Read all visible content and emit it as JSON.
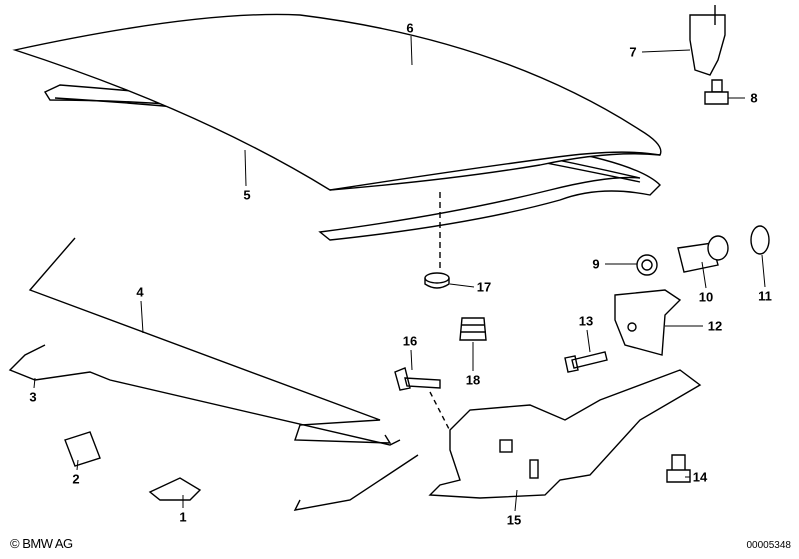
{
  "diagram": {
    "callouts": [
      {
        "id": "1",
        "label": "1"
      },
      {
        "id": "2",
        "label": "2"
      },
      {
        "id": "3",
        "label": "3"
      },
      {
        "id": "4",
        "label": "4"
      },
      {
        "id": "5",
        "label": "5"
      },
      {
        "id": "6",
        "label": "6"
      },
      {
        "id": "7",
        "label": "7"
      },
      {
        "id": "8",
        "label": "8"
      },
      {
        "id": "9",
        "label": "9"
      },
      {
        "id": "10",
        "label": "10"
      },
      {
        "id": "11",
        "label": "11"
      },
      {
        "id": "12",
        "label": "12"
      },
      {
        "id": "13",
        "label": "13"
      },
      {
        "id": "14",
        "label": "14"
      },
      {
        "id": "15",
        "label": "15"
      },
      {
        "id": "16",
        "label": "16"
      },
      {
        "id": "17",
        "label": "17"
      },
      {
        "id": "18",
        "label": "18"
      }
    ],
    "copyright": "© BMW AG",
    "drawing_number": "00005348"
  }
}
